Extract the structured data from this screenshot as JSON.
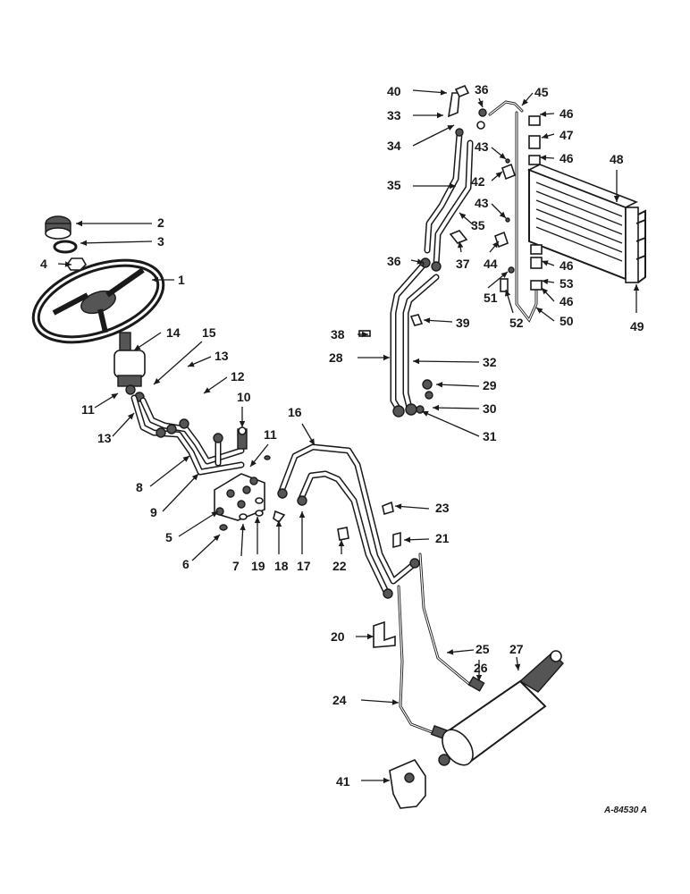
{
  "diagram": {
    "reference_code": "A-84530 A",
    "callouts": [
      {
        "id": "1",
        "label": "1"
      },
      {
        "id": "2",
        "label": "2"
      },
      {
        "id": "3",
        "label": "3"
      },
      {
        "id": "4",
        "label": "4"
      },
      {
        "id": "5",
        "label": "5"
      },
      {
        "id": "6",
        "label": "6"
      },
      {
        "id": "7",
        "label": "7"
      },
      {
        "id": "8",
        "label": "8"
      },
      {
        "id": "9",
        "label": "9"
      },
      {
        "id": "10",
        "label": "10"
      },
      {
        "id": "11a",
        "label": "11"
      },
      {
        "id": "11b",
        "label": "11"
      },
      {
        "id": "12",
        "label": "12"
      },
      {
        "id": "13a",
        "label": "13"
      },
      {
        "id": "13b",
        "label": "13"
      },
      {
        "id": "14",
        "label": "14"
      },
      {
        "id": "15",
        "label": "15"
      },
      {
        "id": "16",
        "label": "16"
      },
      {
        "id": "17",
        "label": "17"
      },
      {
        "id": "18",
        "label": "18"
      },
      {
        "id": "19",
        "label": "19"
      },
      {
        "id": "20",
        "label": "20"
      },
      {
        "id": "21",
        "label": "21"
      },
      {
        "id": "22",
        "label": "22"
      },
      {
        "id": "23",
        "label": "23"
      },
      {
        "id": "24",
        "label": "24"
      },
      {
        "id": "25",
        "label": "25"
      },
      {
        "id": "26",
        "label": "26"
      },
      {
        "id": "27",
        "label": "27"
      },
      {
        "id": "28",
        "label": "28"
      },
      {
        "id": "29",
        "label": "29"
      },
      {
        "id": "30",
        "label": "30"
      },
      {
        "id": "31",
        "label": "31"
      },
      {
        "id": "32",
        "label": "32"
      },
      {
        "id": "33",
        "label": "33"
      },
      {
        "id": "34",
        "label": "34"
      },
      {
        "id": "35a",
        "label": "35"
      },
      {
        "id": "35b",
        "label": "35"
      },
      {
        "id": "36a",
        "label": "36"
      },
      {
        "id": "36b",
        "label": "36"
      },
      {
        "id": "37",
        "label": "37"
      },
      {
        "id": "38",
        "label": "38"
      },
      {
        "id": "39",
        "label": "39"
      },
      {
        "id": "40",
        "label": "40"
      },
      {
        "id": "41",
        "label": "41"
      },
      {
        "id": "42",
        "label": "42"
      },
      {
        "id": "43a",
        "label": "43"
      },
      {
        "id": "43b",
        "label": "43"
      },
      {
        "id": "44",
        "label": "44"
      },
      {
        "id": "45",
        "label": "45"
      },
      {
        "id": "46a",
        "label": "46"
      },
      {
        "id": "46b",
        "label": "46"
      },
      {
        "id": "46c",
        "label": "46"
      },
      {
        "id": "46d",
        "label": "46"
      },
      {
        "id": "47",
        "label": "47"
      },
      {
        "id": "48",
        "label": "48"
      },
      {
        "id": "49",
        "label": "49"
      },
      {
        "id": "50",
        "label": "50"
      },
      {
        "id": "51",
        "label": "51"
      },
      {
        "id": "52",
        "label": "52"
      },
      {
        "id": "53",
        "label": "53"
      }
    ]
  }
}
